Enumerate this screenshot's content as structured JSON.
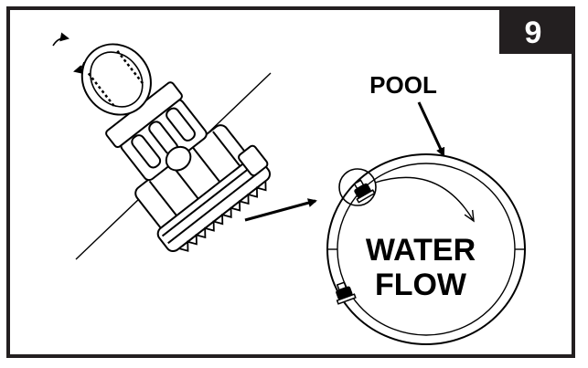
{
  "step_number": "9",
  "labels": {
    "pool": "POOL",
    "water_flow_line1": "WATER",
    "water_flow_line2": "FLOW"
  },
  "colors": {
    "frame": "#231f20",
    "badge": "#231f20",
    "ink": "#000000",
    "paper": "#ffffff"
  }
}
